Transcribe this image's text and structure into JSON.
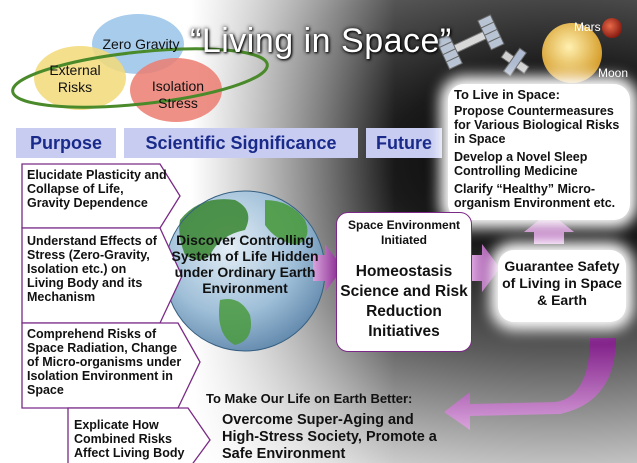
{
  "title": "“Living in Space”",
  "venn": {
    "zero_gravity": "Zero Gravity",
    "external_risks": "External Risks",
    "isolation_stress": "Isolation Stress"
  },
  "planets": {
    "mars": "Mars",
    "moon": "Moon"
  },
  "tabs": {
    "purpose": "Purpose",
    "scientific_significance": "Scientific Significance",
    "future": "Future"
  },
  "future_box": {
    "heading": "To Live in Space:",
    "items": [
      "Propose Countermeasures for Various Biological Risks in Space",
      "Develop a Novel Sleep Controlling Medicine",
      "Clarify “Healthy” Micro-organism Environment etc."
    ]
  },
  "purposes": [
    "Elucidate Plasticity and Collapse of Life, Gravity Dependence",
    "Understand Effects of Stress (Zero-Gravity, Isolation etc.) on Living Body and its Mechanism",
    "Comprehend Risks of Space Radiation, Change of Micro-organisms under Isolation Environment in Space",
    "Explicate How Combined Risks Affect Living Body"
  ],
  "earth_text": "Discover Controlling System of Life Hidden under Ordinary Earth Environment",
  "center_box": {
    "header": "Space Environment Initiated",
    "body": "Homeostasis Science and Risk Reduction Initiatives"
  },
  "guarantee": "Guarantee Safety of Living in Space & Earth",
  "earth_better": {
    "heading": "To Make Our Life on Earth Better:",
    "body": "Overcome Super-Aging and High-Stress Society, Promote a Safe Environment"
  },
  "colors": {
    "tab_bg": "#c7ccf0",
    "tab_text": "#1a2a8a",
    "arrow": "#8a1f8f",
    "box_border": "#7a2a86"
  }
}
